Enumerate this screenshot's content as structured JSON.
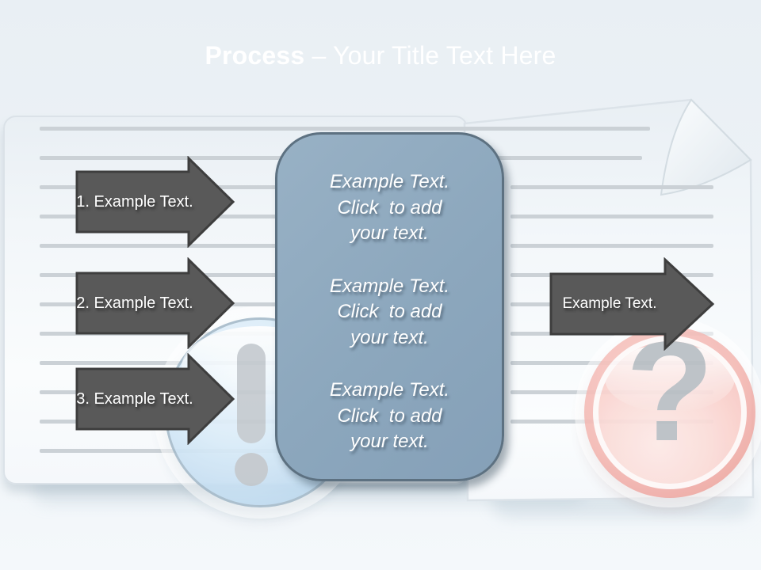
{
  "header": {
    "title_bold": "Process",
    "title_rest": "– Your Title Text Here"
  },
  "steps": [
    {
      "label": "1. Example Text."
    },
    {
      "label": "2. Example Text."
    },
    {
      "label": "3. Example Text."
    }
  ],
  "output_arrow": {
    "label": "Example Text."
  },
  "center_box": {
    "blocks": [
      "Example Text.\nClick  to add\nyour text.",
      "Example Text.\nClick  to add\nyour text.",
      "Example Text.\nClick  to add\nyour text."
    ]
  },
  "icons": {
    "question_glyph": "?"
  },
  "colors": {
    "header_top": "#4a6278",
    "header_bottom": "#7d9ab0",
    "arrow_fill": "#595959",
    "arrow_border": "#3e3e3e",
    "box_fill": "#8ca7bd",
    "box_border": "#5d7181",
    "paper_line": "#cbd1d6",
    "exclamation_circle": "#cfe4f4",
    "question_circle": "#f5beb9",
    "mark_gray": "#c2c8cd",
    "text_white": "#ffffff"
  }
}
